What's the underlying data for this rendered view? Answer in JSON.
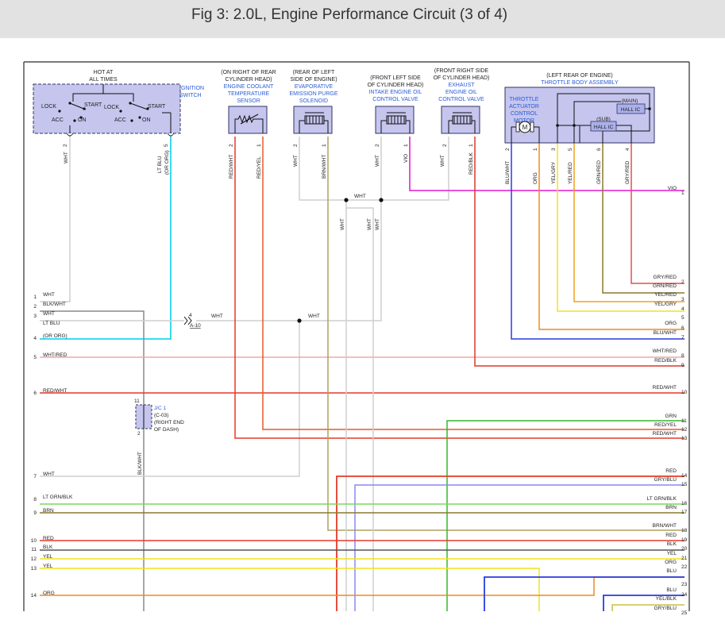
{
  "title": "Fig 3: 2.0L, Engine Performance Circuit (3 of 4)",
  "colors": {
    "frame": "#2a2a2a",
    "component_fill": "#c5c5ee",
    "component_border": "#333366",
    "blue_text": "#2a5bd7",
    "wht": "#cfcfcf",
    "ltblu": "#21d6f0",
    "red": "#e33a2a",
    "vio": "#e83ad8",
    "grn": "#36b72d",
    "yel": "#f4e21e",
    "org": "#f08a20",
    "brn": "#8a7a2e",
    "blu": "#2a3be0",
    "gry": "#8a8a8a",
    "blk": "#555555"
  },
  "components": {
    "ignition_switch": {
      "hot_at": "HOT AT",
      "all_times": "ALL TIMES",
      "name1": "IGNITION",
      "name2": "SWITCH",
      "lock1": "LOCK",
      "start1": "START",
      "acc1": "ACC",
      "on1": "ON",
      "lock2": "LOCK",
      "start2": "START",
      "acc2": "ACC",
      "on2": "ON",
      "pin_left": "2",
      "pin_right": "5",
      "wire_left": "WHT",
      "wire_right1": "LT BLU",
      "wire_right2": "(OR ORG)"
    },
    "coolant_sensor": {
      "loc1": "(ON RIGHT OF REAR",
      "loc2": "CYLINDER HEAD)",
      "name1": "ENGINE COOLANT",
      "name2": "TEMPERATURE",
      "name3": "SENSOR",
      "pin_a": "2",
      "pin_b": "1",
      "wire_a": "RED/WHT",
      "wire_b": "RED/YEL"
    },
    "purge_solenoid": {
      "loc1": "(REAR OF LEFT",
      "loc2": "SIDE OF ENGINE)",
      "name1": "EVAPORATIVE",
      "name2": "EMISSION PURGE",
      "name3": "SOLENOID",
      "pin_a": "2",
      "pin_b": "1",
      "wire_a": "WHT",
      "wire_b": "BRN/WHT"
    },
    "intake_valve": {
      "loc1": "(FRONT LEFT SIDE",
      "loc2": "OF CYLINDER HEAD)",
      "name1": "INTAKE ENGINE OIL",
      "name2": "CONTROL VALVE",
      "pin_a": "2",
      "pin_b": "1",
      "wire_a": "WHT",
      "wire_b": "VIO"
    },
    "exhaust_valve": {
      "loc1": "(FRONT RIGHT SIDE",
      "loc2": "OF CYLINDER HEAD)",
      "name1": "EXHAUST",
      "name2": "ENGINE OIL",
      "name3": "CONTROL VALVE",
      "pin_a": "2",
      "pin_b": "1",
      "wire_a": "WHT",
      "wire_b": "RED/BLK"
    },
    "throttle_body": {
      "loc": "(LEFT REAR OF ENGINE)",
      "name": "THROTTLE BODY ASSEMBLY",
      "motor1": "THROTTLE",
      "motor2": "ACTUATOR",
      "motor3": "CONTROL",
      "motor4": "MOTOR",
      "motor_symbol": "M",
      "main_label": "(MAIN)",
      "main_ic": "HALL IC",
      "sub_label": "(SUB)",
      "sub_ic": "HALL IC",
      "pins": [
        "2",
        "1",
        "3",
        "5",
        "6",
        "4"
      ],
      "wires": [
        "BLU/WHT",
        "ORG",
        "YEL/GRY",
        "YEL/RED",
        "GRN/RED",
        "GRY/RED"
      ]
    },
    "jc1": {
      "pin_top": "11",
      "pin_bottom": "2",
      "line1": "J/C 1",
      "line2": "(C-03)",
      "line3": "(RIGHT END",
      "line4": "OF DASH)",
      "wire_below": "BLK/WHT"
    },
    "a10": {
      "pin": "4",
      "name": "A-10",
      "wire_left": "WHT",
      "wire_right": "WHT"
    }
  },
  "junction_labels": {
    "wht_splice": "WHT",
    "wht_v1": "WHT",
    "wht_v2": "WHT",
    "wht_v3": "WHT"
  },
  "left_connector": [
    {
      "pin": "1",
      "wire": "WHT"
    },
    {
      "pin": "2",
      "wire": "BLK/WHT"
    },
    {
      "pin": "3",
      "wire": "WHT"
    },
    {
      "pin": "",
      "wire": "LT BLU"
    },
    {
      "pin": "4",
      "wire": "(OR ORG)"
    },
    {
      "pin": "5",
      "wire": "WHT/RED"
    },
    {
      "pin": "6",
      "wire": "RED/WHT"
    },
    {
      "pin": "7",
      "wire": "WHT"
    },
    {
      "pin": "8",
      "wire": "LT GRN/BLK"
    },
    {
      "pin": "9",
      "wire": "BRN"
    },
    {
      "pin": "10",
      "wire": "RED"
    },
    {
      "pin": "11",
      "wire": "BLK"
    },
    {
      "pin": "12",
      "wire": "YEL"
    },
    {
      "pin": "13",
      "wire": "YEL"
    },
    {
      "pin": "14",
      "wire": "ORG"
    }
  ],
  "right_connector": [
    {
      "pin": "1",
      "wire": "VIO"
    },
    {
      "pin": "2",
      "wire": "GRY/RED"
    },
    {
      "pin": "",
      "wire": "GRN/RED"
    },
    {
      "pin": "3",
      "wire": "YEL/RED"
    },
    {
      "pin": "4",
      "wire": "YEL/GRY"
    },
    {
      "pin": "5",
      "wire": ""
    },
    {
      "pin": "6",
      "wire": "ORG"
    },
    {
      "pin": "7",
      "wire": "BLU/WHT"
    },
    {
      "pin": "8",
      "wire": "WHT/RED"
    },
    {
      "pin": "9",
      "wire": "RED/BLK"
    },
    {
      "pin": "10",
      "wire": "RED/WHT"
    },
    {
      "pin": "11",
      "wire": "GRN"
    },
    {
      "pin": "12",
      "wire": "RED/YEL"
    },
    {
      "pin": "13",
      "wire": "RED/WHT"
    },
    {
      "pin": "14",
      "wire": "RED"
    },
    {
      "pin": "15",
      "wire": "GRY/BLU"
    },
    {
      "pin": "16",
      "wire": "LT GRN/BLK"
    },
    {
      "pin": "17",
      "wire": "BRN"
    },
    {
      "pin": "18",
      "wire": "BRN/WHT"
    },
    {
      "pin": "19",
      "wire": "RED"
    },
    {
      "pin": "20",
      "wire": "BLK"
    },
    {
      "pin": "21",
      "wire": "YEL"
    },
    {
      "pin": "22",
      "wire": "ORG"
    },
    {
      "pin": "",
      "wire": "BLU"
    },
    {
      "pin": "23",
      "wire": ""
    },
    {
      "pin": "24",
      "wire": "BLU"
    },
    {
      "pin": "",
      "wire": "YEL/BLK"
    },
    {
      "pin": "25",
      "wire": "GRY/BLU"
    }
  ]
}
